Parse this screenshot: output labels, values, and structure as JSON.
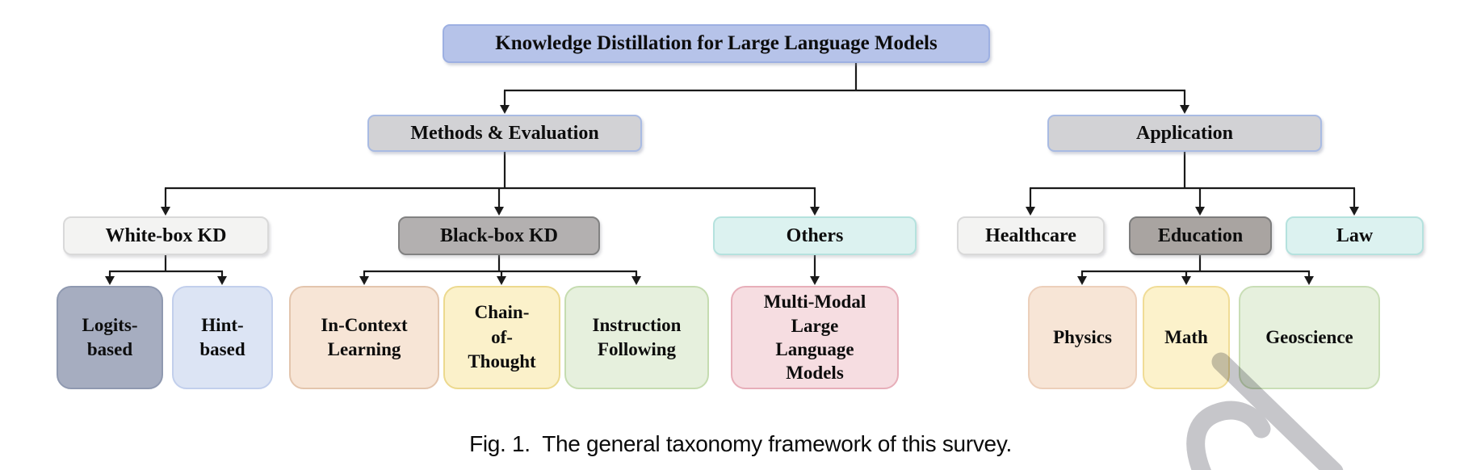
{
  "figure_caption": "Fig. 1.  The general taxonomy framework of this survey.",
  "colors": {
    "connector": "#1a1a1a",
    "watermark": "#c6c6ca",
    "background": "#ffffff"
  },
  "nodes": {
    "root": {
      "label": "Knowledge Distillation for Large Language Models",
      "fill": "#b6c3e9",
      "border": "#9db0e2",
      "children": [
        "methods",
        "application"
      ]
    },
    "methods": {
      "label": "Methods & Evaluation",
      "fill": "#d2d2d5",
      "border": "#a9bbe3",
      "children": [
        "whitebox",
        "blackbox",
        "others"
      ]
    },
    "application": {
      "label": "Application",
      "fill": "#d2d2d5",
      "border": "#a9bbe3",
      "children": [
        "healthcare",
        "education",
        "law"
      ]
    },
    "whitebox": {
      "label": "White-box KD",
      "fill": "#f3f3f2",
      "border": "#d9d9d9",
      "children": [
        "logits",
        "hint"
      ]
    },
    "blackbox": {
      "label": "Black-box KD",
      "fill": "#b3b0b0",
      "border": "#828282",
      "children": [
        "icl",
        "cot",
        "instruction"
      ]
    },
    "others": {
      "label": "Others",
      "fill": "#dcf2f0",
      "border": "#b5e2de",
      "children": [
        "mmllm"
      ]
    },
    "healthcare": {
      "label": "Healthcare",
      "fill": "#f3f3f2",
      "border": "#d9d9d9",
      "children": []
    },
    "education": {
      "label": "Education",
      "fill": "#a9a4a1",
      "border": "#7d7d7d",
      "children": [
        "physics",
        "math",
        "geoscience"
      ]
    },
    "law": {
      "label": "Law",
      "fill": "#dcf2f0",
      "border": "#b5e2de",
      "children": []
    },
    "logits": {
      "label": "Logits-\nbased",
      "fill": "#a6adc0",
      "border": "#8f99b0",
      "children": []
    },
    "hint": {
      "label": "Hint-\nbased",
      "fill": "#dce4f4",
      "border": "#c2cfec",
      "children": []
    },
    "icl": {
      "label": "In-Context\nLearning",
      "fill": "#f7e5d6",
      "border": "#e3c5ad",
      "children": []
    },
    "cot": {
      "label": "Chain-\nof-\nThought",
      "fill": "#fbf1ca",
      "border": "#ecd98e",
      "children": []
    },
    "instruction": {
      "label": "Instruction\nFollowing",
      "fill": "#e6f0dd",
      "border": "#c5dcb0",
      "children": []
    },
    "mmllm": {
      "label": "Multi-Modal\nLarge\nLanguage\nModels",
      "fill": "#f6dde1",
      "border": "#e7aeb9",
      "children": []
    },
    "physics": {
      "label": "Physics",
      "fill": "#f7e5d6",
      "border": "#eccfba",
      "children": []
    },
    "math": {
      "label": "Math",
      "fill": "#fcf2cb",
      "border": "#f0dc96",
      "children": []
    },
    "geoscience": {
      "label": "Geoscience",
      "fill": "#e6f0dd",
      "border": "#c9deb6",
      "children": []
    }
  }
}
